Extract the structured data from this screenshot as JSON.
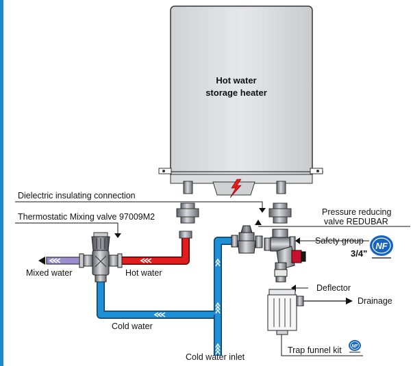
{
  "heater": {
    "title_line1": "Hot water",
    "title_line2": "storage heater"
  },
  "labels": {
    "dielectric": "Dielectric insulating connection",
    "mixing_valve": "Thermostatic Mixing valve 97009M2",
    "pressure_line1": "Pressure reducing",
    "pressure_line2": "valve REDUBAR",
    "safety_group": "Safety group",
    "safety_size": "3/4\"",
    "mixed_water": "Mixed water",
    "hot_water": "Hot water",
    "cold_water": "Cold water",
    "cold_water_inlet": "Cold water inlet",
    "deflector": "Deflector",
    "drainage": "Drainage",
    "trap_funnel": "Trap funnel kit",
    "nf_mark": "NF"
  },
  "colors": {
    "cold_pipe": "#1e90d6",
    "hot_pipe": "#e11d1d",
    "mixed_pipe": "#9b8fd0",
    "left_bar": "#1e88c9",
    "nf_blue": "#1565c0",
    "valve_red": "#c8102e"
  }
}
